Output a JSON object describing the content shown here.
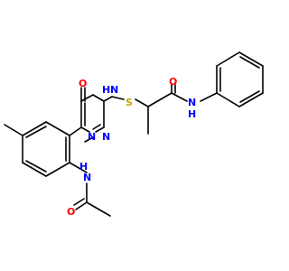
{
  "colors": {
    "background": "#ffffff",
    "bond": "#000000",
    "oxygen": "#ff0000",
    "nitrogen": "#0000ff",
    "sulfur": "#c8a800"
  },
  "atoms": {
    "o_carbonyl_ring": "O",
    "nh_ring": "H",
    "n_ring_4": "N",
    "s_thioether": "S",
    "o_amide": "O",
    "n_amide": "N",
    "h_amide": "H",
    "n_ring_1": "N",
    "n_ring_2": "N",
    "n_acetamide": "N",
    "h_acetamide": "H",
    "o_acetamide": "O"
  }
}
